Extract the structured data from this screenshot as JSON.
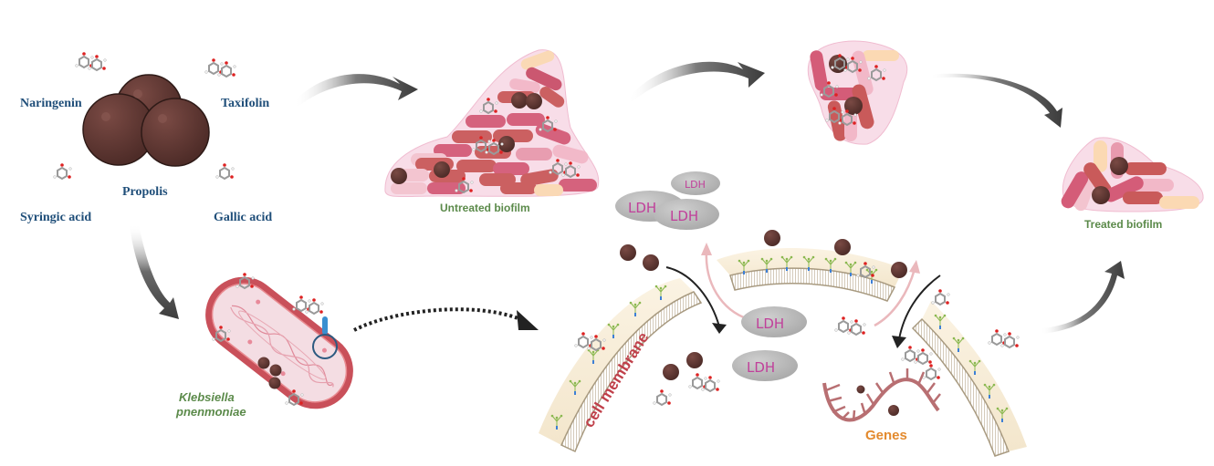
{
  "diagram": {
    "title": "Propolis compounds acting on Klebsiella pneumoniae biofilm",
    "compounds": {
      "center": "Propolis",
      "items": [
        "Naringenin",
        "Taxifolin",
        "Syringic acid",
        "Gallic acid"
      ]
    },
    "biofilm": {
      "untreated_label": "Untreated biofilm",
      "treated_label": "Treated biofilm"
    },
    "bacterium": {
      "label_line1": "Klebsiella",
      "label_line2": "pnenmoniae"
    },
    "membrane": {
      "label": "cell membrane"
    },
    "enzyme": {
      "label": "LDH",
      "count_shown": 5
    },
    "genes": {
      "label": "Genes"
    },
    "colors": {
      "propolis": "#5a3530",
      "label_blue": "#1f4e79",
      "label_green": "#5b8a4a",
      "ldh_text": "#c0409a",
      "genes_text": "#e38a2e",
      "membrane_text": "#c0404a",
      "biofilm_matrix": "#f8dde8"
    }
  }
}
